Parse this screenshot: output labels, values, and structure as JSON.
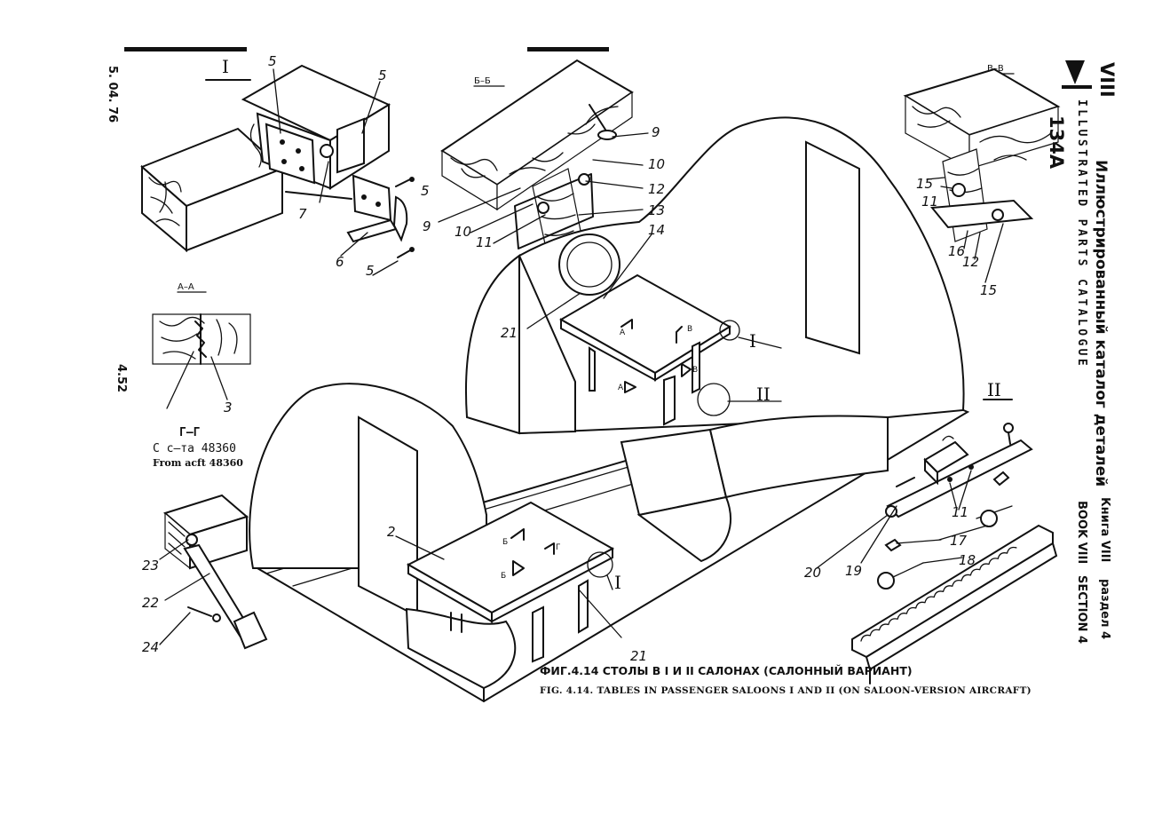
{
  "header": {
    "model": "134A",
    "book_number_glyph": "VIII",
    "title_ru": "Иллюстрированный каталог деталей",
    "title_en": "ILLUSTRATED PARTS CATALOGUE",
    "book_ru": "Книга VIII",
    "section_ru": "раздел 4",
    "book_en": "BOOK VIII",
    "section_en": "SECTION 4"
  },
  "margin": {
    "date": "5. 04. 76",
    "page_number": "4.52"
  },
  "section_labels": {
    "view_I": "I",
    "view_II": "II",
    "section_AA": "А–А",
    "section_BB": "Б–Б",
    "section_VV": "В–В",
    "section_GG": "Г–Г"
  },
  "applicability": {
    "ru": "С с–та 48360",
    "en": "From acft 48360"
  },
  "main_figure_marks": {
    "A1": "А",
    "A2": "А",
    "B1": "Б",
    "B2": "Б",
    "V1": "В",
    "V2": "В",
    "G1": "Г",
    "ref_I_upper": "I",
    "ref_II_upper": "II",
    "ref_I_lower": "I"
  },
  "callouts": {
    "c2": "2",
    "c3": "3",
    "c5a": "5",
    "c5b": "5",
    "c5c": "5",
    "c5d": "5",
    "c6": "6",
    "c7": "7",
    "c9a": "9",
    "c9b": "9",
    "c10a": "10",
    "c10b": "10",
    "c11a": "11",
    "c11b": "11",
    "c11c": "11",
    "c12a": "12",
    "c12b": "12",
    "c13": "13",
    "c14": "14",
    "c15a": "15",
    "c15b": "15",
    "c16": "16",
    "c17": "17",
    "c18": "18",
    "c19": "19",
    "c20": "20",
    "c21a": "21",
    "c21b": "21",
    "c22": "22",
    "c23": "23",
    "c24": "24"
  },
  "caption": {
    "ru": "ФИГ.4.14 СТОЛЫ В I И II САЛОНАХ (САЛОННЫЙ ВАРИАНТ)",
    "en": "FIG. 4.14. TABLES IN PASSENGER SALOONS I AND II (ON SALOON-VERSION AIRCRAFT)"
  },
  "colors": {
    "ink": "#111111",
    "paper": "#ffffff"
  }
}
